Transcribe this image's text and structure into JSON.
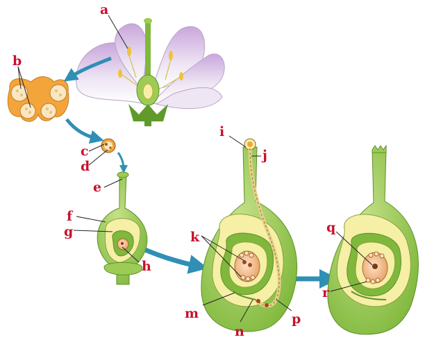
{
  "diagram": {
    "labels": {
      "a": "a",
      "b": "b",
      "c": "c",
      "d": "d",
      "e": "e",
      "f": "f",
      "g": "g",
      "h": "h",
      "i": "i",
      "j": "j",
      "k": "k",
      "m": "m",
      "n": "n",
      "p": "p",
      "q": "q",
      "r": "r"
    },
    "colors": {
      "label": "#c8102e",
      "arrow": "#2f8fb5",
      "ovary_green": "#9ccc55",
      "ovule_yellow": "#f6efa6",
      "embryo_sac": "#f2b784",
      "anther": "#f3a53c",
      "petal": "#d9c8e6"
    }
  }
}
